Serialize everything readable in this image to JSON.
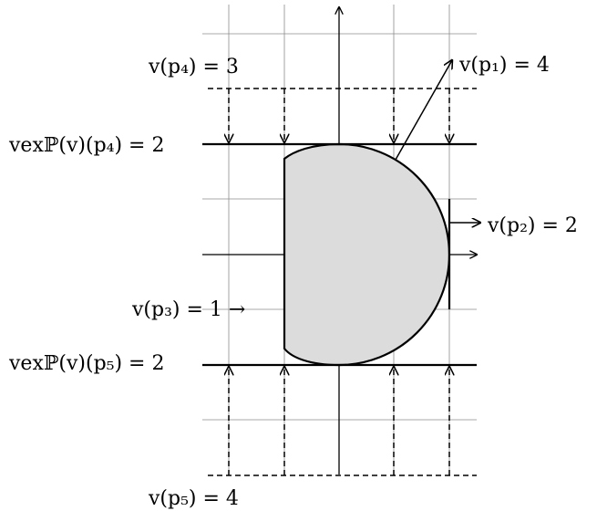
{
  "diagram": {
    "labels": {
      "v_p4": "v(p₄) = 3",
      "v_p1": "v(p₁) = 4",
      "vex_p4": "vexℙ(v)(p₄) = 2",
      "v_p2": "v(p₂) = 2",
      "v_p3": "v(p₃) = 1 →",
      "vex_p5": "vexℙ(v)(p₅) = 2",
      "v_p5": "v(p₅) = 4"
    },
    "colors": {
      "shape_fill": "#dcdcdc",
      "grid": "#8c8c8c",
      "ink": "#000000"
    }
  }
}
